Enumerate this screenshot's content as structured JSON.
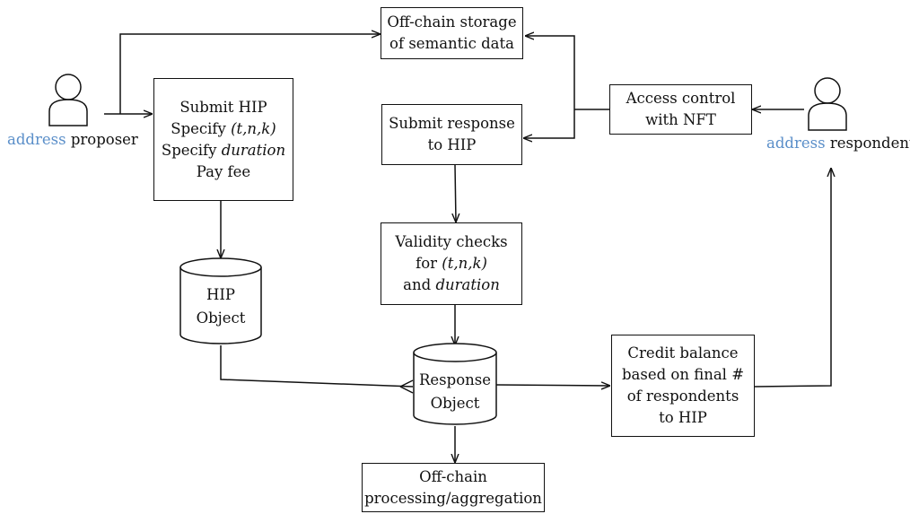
{
  "actors": {
    "proposer": {
      "address": "address",
      "label": "proposer"
    },
    "respondent": {
      "address": "address",
      "label": "respondent"
    }
  },
  "boxes": {
    "offchain_storage": [
      "Off-chain storage",
      "of semantic data"
    ],
    "submit_hip": [
      "Submit HIP",
      "Specify (t,n,k)",
      "Specify duration",
      "Pay fee"
    ],
    "submit_response": [
      "Submit response",
      "to HIP"
    ],
    "access_control": [
      "Access control",
      "with NFT"
    ],
    "validity_checks": [
      "Validity checks",
      "for (t,n,k)",
      "and duration"
    ],
    "credit_balance": [
      "Credit balance",
      "based on final #",
      "of respondents",
      "to HIP"
    ],
    "offchain_processing": [
      "Off-chain",
      "processing/aggregation"
    ]
  },
  "italic_terms": {
    "params": "(t,n,k)",
    "duration": "duration"
  },
  "cylinders": {
    "hip_object": [
      "HIP",
      "Object"
    ],
    "response_object": [
      "Response",
      "Object"
    ]
  },
  "colors": {
    "address": "#5b8fc9",
    "stroke": "#111111"
  }
}
